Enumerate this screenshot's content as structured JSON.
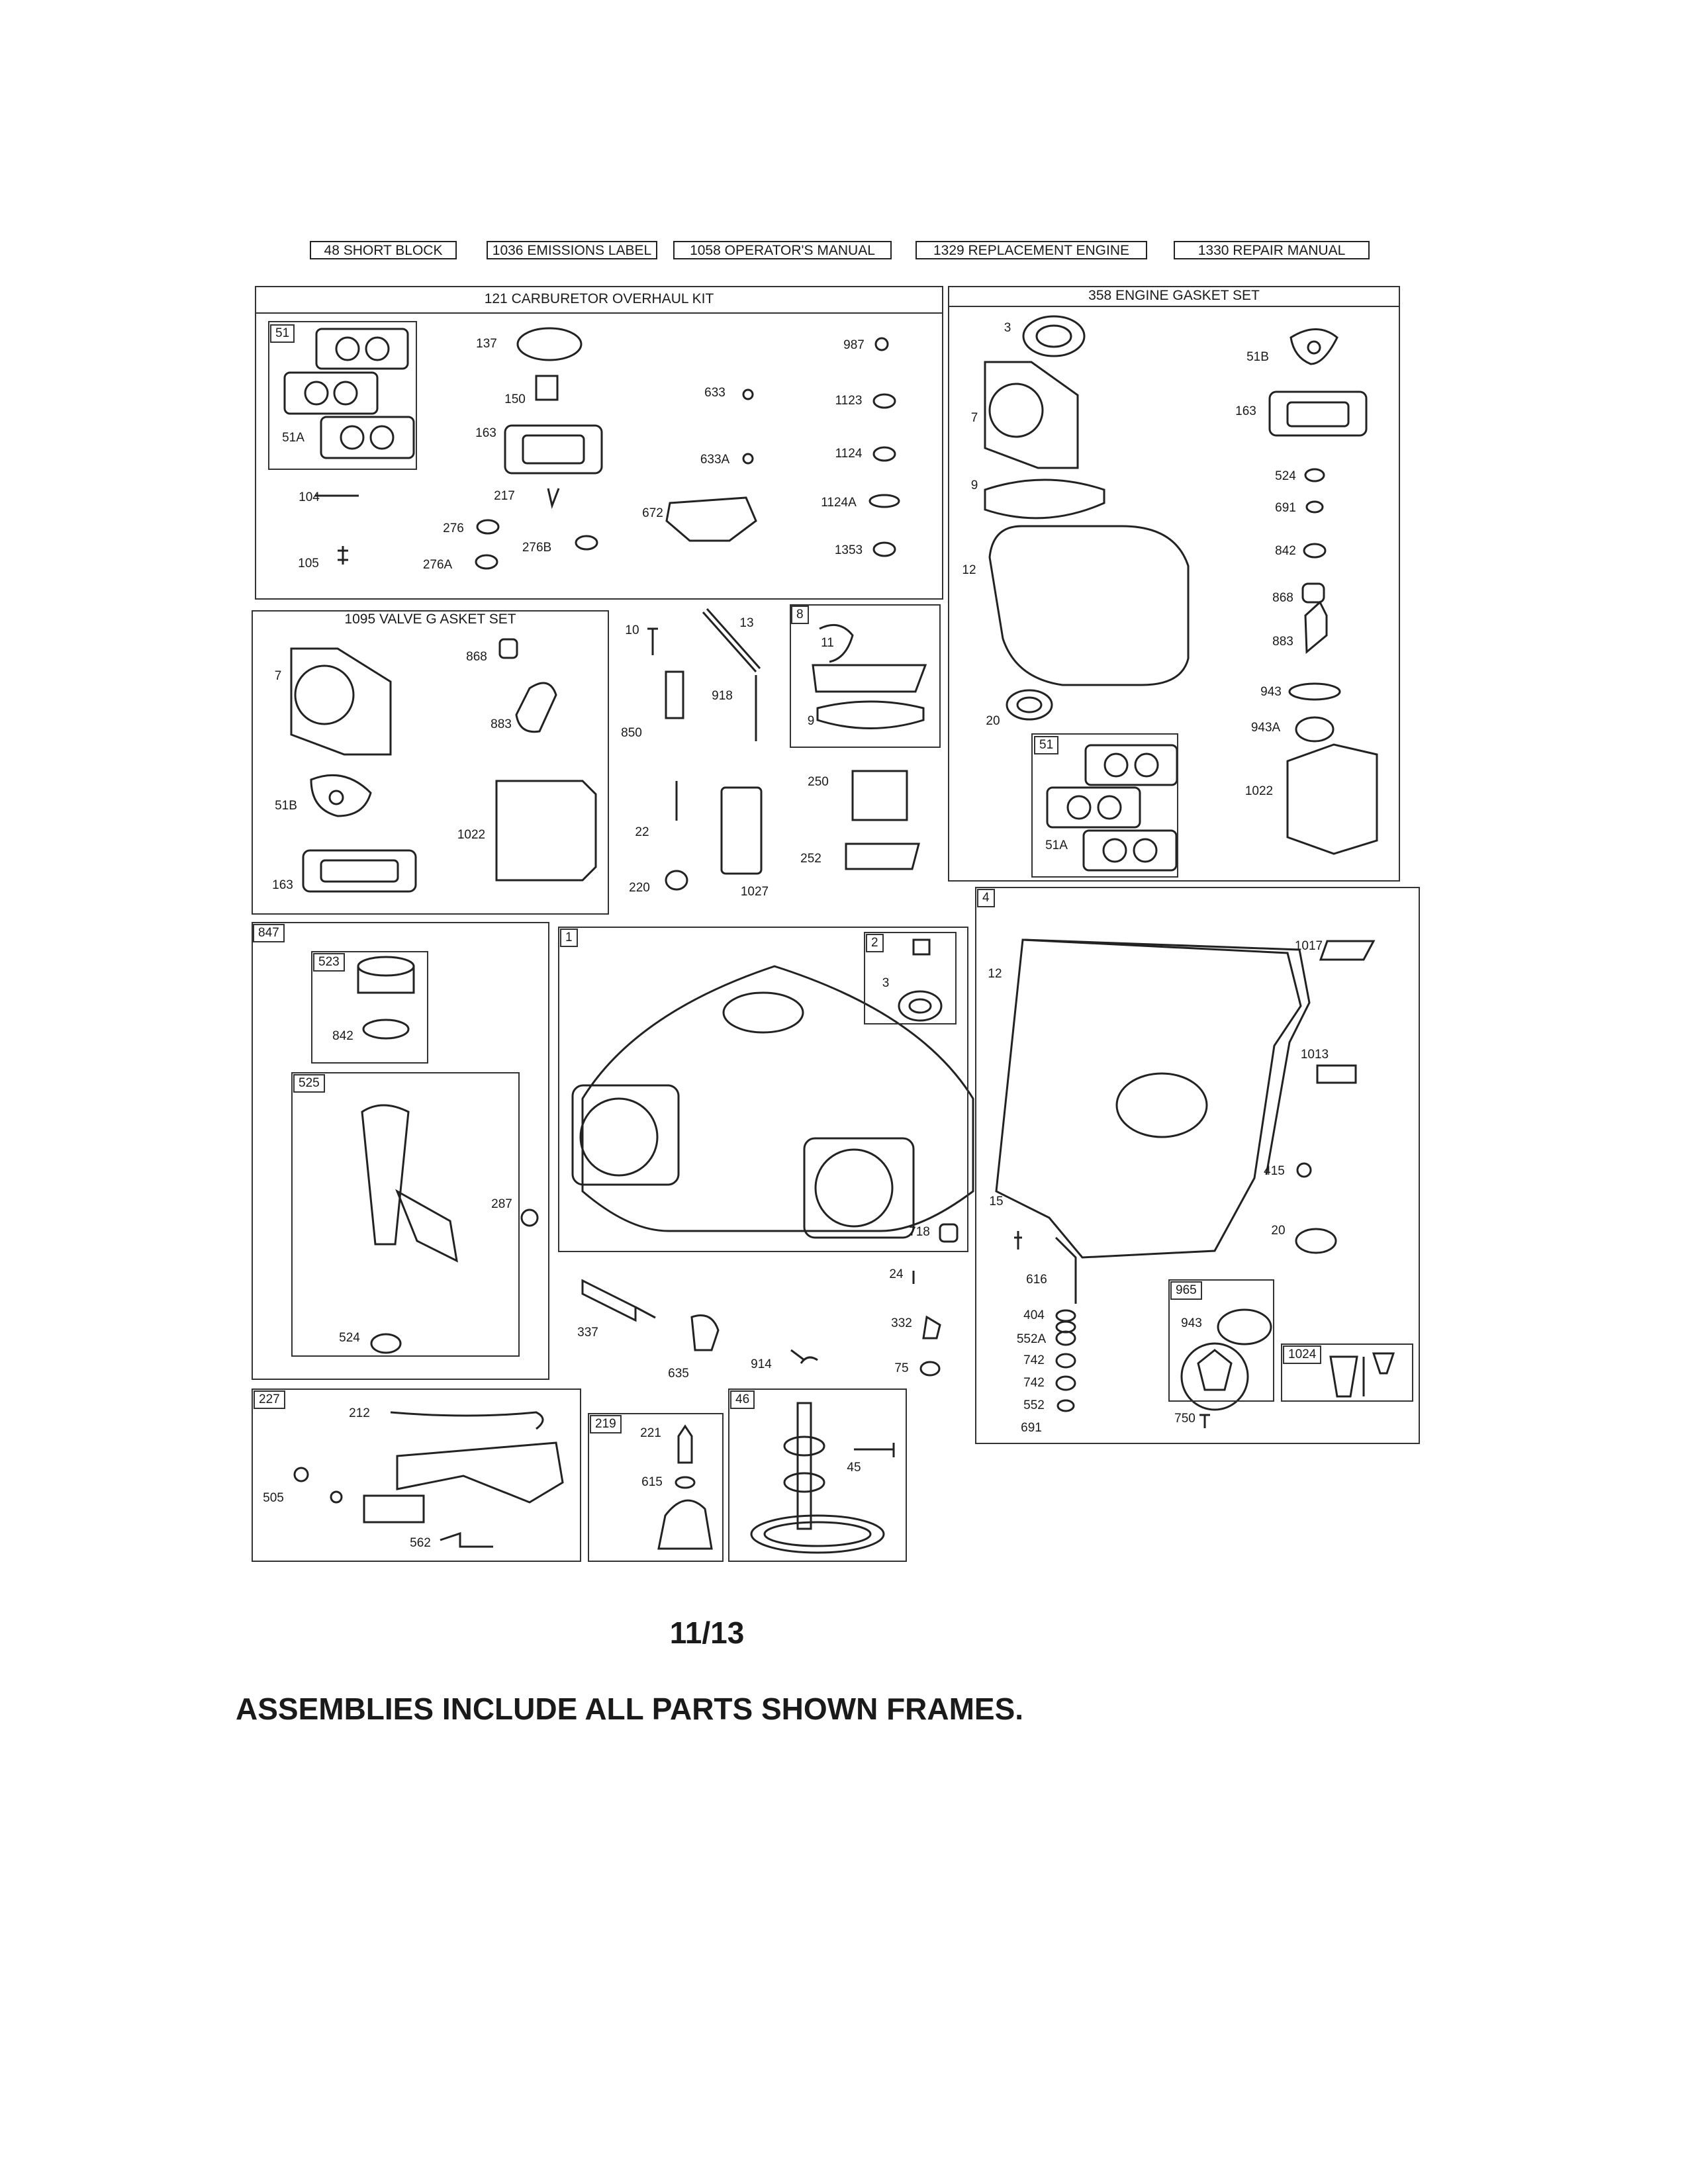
{
  "header_boxes": [
    "48 SHORT BLOCK",
    "1036 EMISSIONS LABEL",
    "1058 OPERATOR'S MANUAL",
    "1329 REPLACEMENT ENGINE",
    "1330 REPAIR MANUAL"
  ],
  "frames": {
    "carb_kit": "121 CARBURETOR OVERHAUL KIT",
    "engine_gasket": "358 ENGINE GASKET SET",
    "valve_gasket": "1095 VALVE G   ASKET SET"
  },
  "tags": [
    "51",
    "8",
    "51",
    "847",
    "523",
    "525",
    "1",
    "2",
    "4",
    "965",
    "1024",
    "227",
    "219",
    "46"
  ],
  "labels": [
    "137",
    "987",
    "150",
    "633",
    "1123",
    "163",
    "633A",
    "1124",
    "51A",
    "104",
    "217",
    "1124A",
    "672",
    "276",
    "276B",
    "1353",
    "105",
    "276A",
    "3",
    "51B",
    "7",
    "163",
    "524",
    "691",
    "9",
    "842",
    "12",
    "868",
    "883",
    "943",
    "20",
    "943A",
    "51A",
    "1022",
    "10",
    "13",
    "868",
    "7",
    "11",
    "918",
    "883",
    "850",
    "9",
    "250",
    "51B",
    "22",
    "1022",
    "252",
    "163",
    "220",
    "1027",
    "842",
    "3",
    "12",
    "1017",
    "1013",
    "287",
    "718",
    "415",
    "15",
    "20",
    "524",
    "24",
    "337",
    "616",
    "332",
    "635",
    "914",
    "75",
    "404",
    "943",
    "552A",
    "742",
    "742",
    "552",
    "750",
    "691",
    "212",
    "221",
    "505",
    "45",
    "615",
    "562"
  ],
  "page_number": "11/13",
  "footer_text": "ASSEMBLIES INCLUDE ALL PARTS SHOWN FRAMES."
}
